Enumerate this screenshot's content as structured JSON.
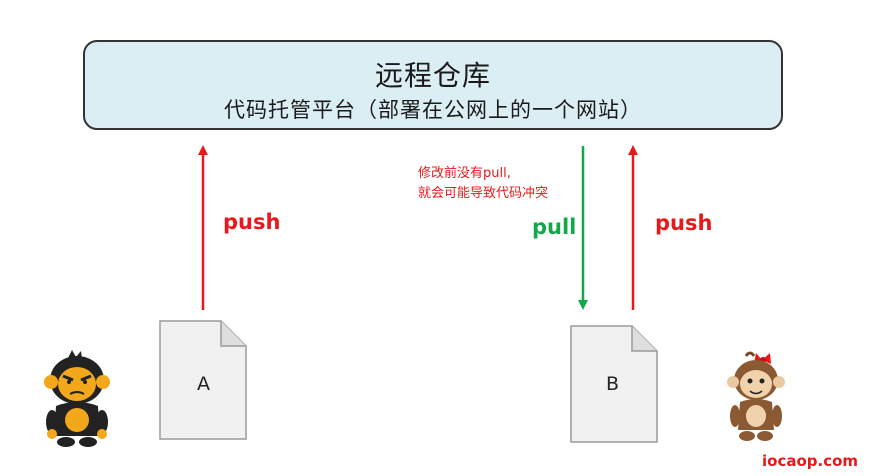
{
  "repo": {
    "title": "远程仓库",
    "subtitle": "代码托管平台（部署在公网上的一个网站）"
  },
  "left": {
    "arrow_label": "push",
    "document_label": "A"
  },
  "right": {
    "note_line1": "修改前没有pull,",
    "note_line2": "就会可能导致代码冲突",
    "pull_label": "pull",
    "push_label": "push",
    "document_label": "B"
  },
  "colors": {
    "push": "#e8191c",
    "pull": "#12a84a",
    "repo_fill": "#dbeef3"
  },
  "watermark": "iocaop.com"
}
